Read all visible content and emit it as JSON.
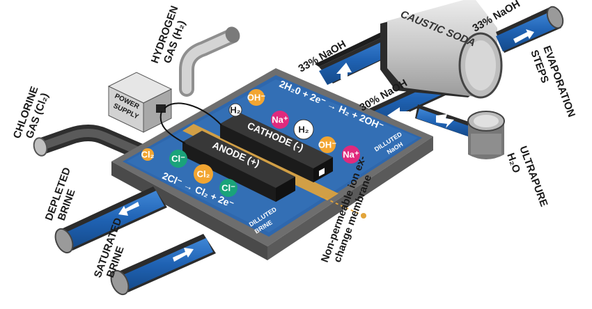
{
  "labels": {
    "chlorine_gas": [
      "CHLORINE",
      "GAS (Cl₂)"
    ],
    "hydrogen_gas": [
      "HYDROGEN",
      "GAS (H₂)"
    ],
    "power_supply": [
      "POWER",
      "SUPPLY"
    ],
    "naoh_33_top": "33% NaOH",
    "naoh_33_right": "33% NaOH",
    "naoh_30": "30% NaOH",
    "caustic_soda": "CAUSTIC SODA",
    "evaporation": [
      "EVAPORATION",
      "STEPS"
    ],
    "ultrapure": [
      "ULTRAPURE",
      "H₂O"
    ],
    "depleted_brine": [
      "DEPLETED",
      "BRINE"
    ],
    "saturated_brine": [
      "SATURATED",
      "BRINE"
    ],
    "membrane": [
      "Non-permeable ion ex-",
      "change membrane"
    ],
    "cathode": "CATHODE (-)",
    "anode": "ANODE (+)",
    "cathode_eq": "2H₂0 + 2e⁻ → H₂ + 2OH⁻",
    "anode_eq": "2Cl⁻ → Cl₂ + 2e⁻",
    "dilluted_naoh": [
      "DILLUTED",
      "NaOH"
    ],
    "dilluted_brine": [
      "DILLUTED",
      "BRINE"
    ]
  },
  "ions": {
    "oh": "OH⁻",
    "na": "Na⁺",
    "h2": "H₂",
    "cl": "Cl⁻",
    "cl2": "Cl₂"
  },
  "colors": {
    "pipe_blue": "#1e63b5",
    "pipe_dark": "#3a3a3a",
    "tank_grey": "#c9c9c9",
    "cell_blue": "#2d6ab0",
    "membrane_orange": "#e2a43a",
    "electrode_black": "#2b2b2b",
    "oh_orange": "#f2a531",
    "na_magenta": "#e02a7d",
    "cl_green": "#1aa37a"
  }
}
